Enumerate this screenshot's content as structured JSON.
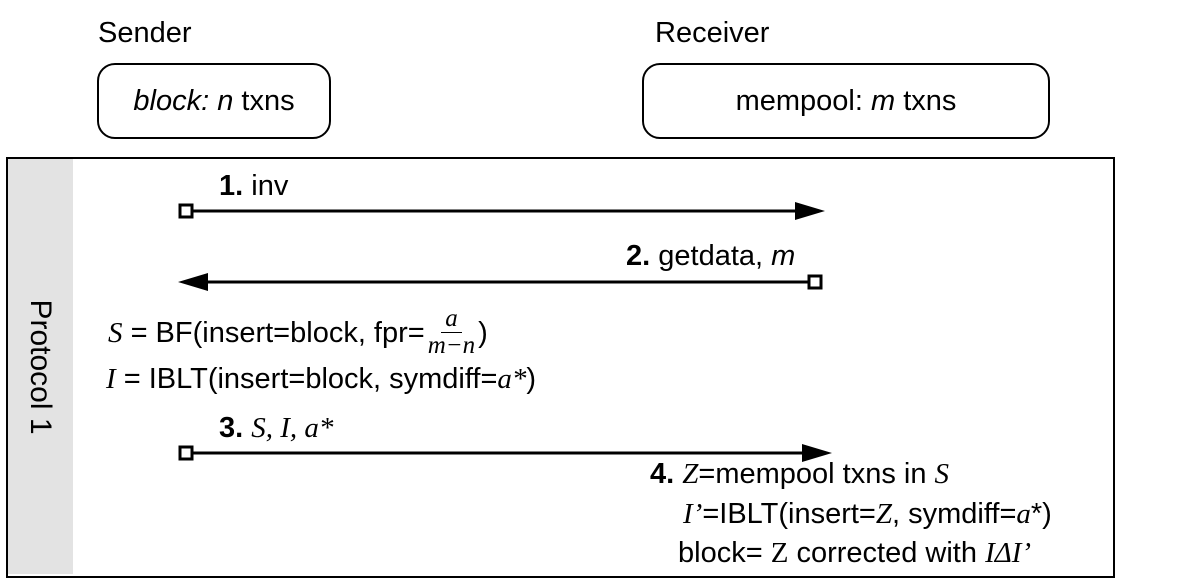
{
  "roles": {
    "sender": "Sender",
    "receiver": "Receiver"
  },
  "boxes": {
    "sender_italic": "block:",
    "sender_n": "n",
    "sender_rest": "txns",
    "receiver_prefix": "mempool:",
    "receiver_m": "m",
    "receiver_rest": "txns"
  },
  "protocol_label": "Protocol 1",
  "steps": {
    "s1": {
      "num": "1.",
      "text": "inv"
    },
    "s2": {
      "num": "2.",
      "text": "getdata,",
      "var": "m"
    },
    "bf": {
      "var": "S",
      "eq": "= BF(insert=block, fpr=",
      "frac_num": "a",
      "frac_den": "m−n",
      "close": ")"
    },
    "iblt": {
      "var": "I",
      "eq": "= IBLT(insert=block, symdiff=",
      "a": "a*",
      "close": ")"
    },
    "s3": {
      "num": "3.",
      "vars": "S, I, a*"
    },
    "s4": {
      "num": "4.",
      "z": "Z",
      "line1_mid": "=mempool txns in",
      "s": "S",
      "iprime": "I’",
      "line2_a": "=IBLT(insert=",
      "line2_z": "Z",
      "line2_b": ", symdiff=",
      "line2_a2": "a",
      "line2_end": "*)",
      "line3_a": "block= ",
      "line3_z": "Z",
      "line3_b": " corrected with ",
      "line3_delta": "IΔI’"
    }
  }
}
